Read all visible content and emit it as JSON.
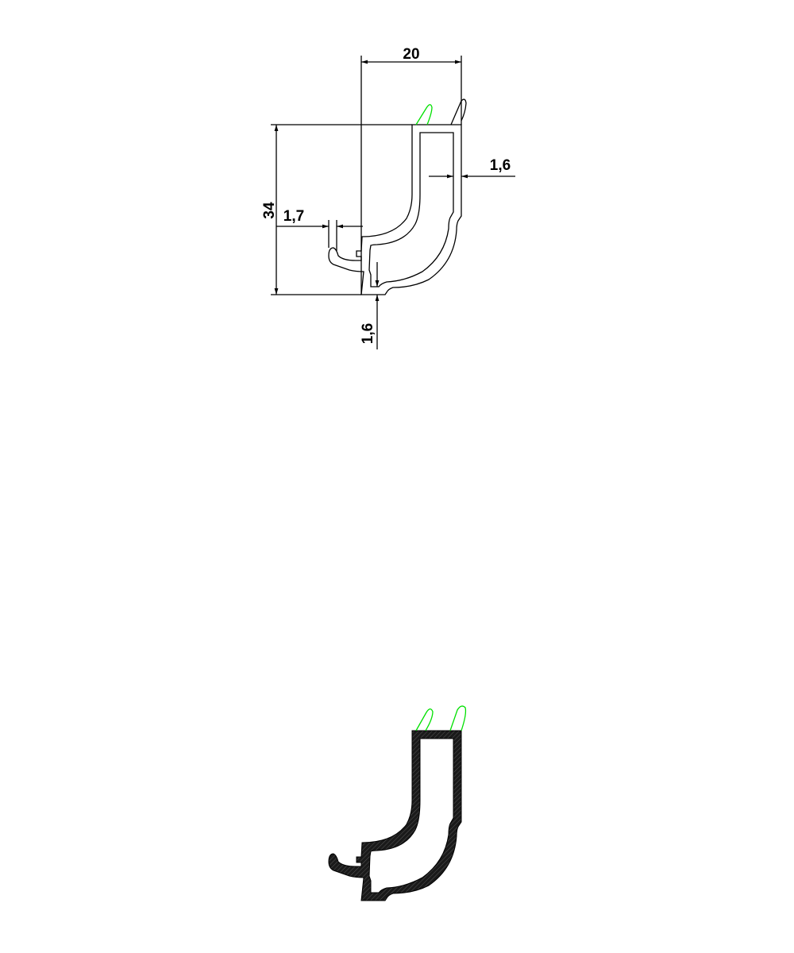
{
  "drawing": {
    "dimensions": {
      "width": "20",
      "height": "34",
      "wall_right": "1,6",
      "wall_left": "1,7",
      "wall_bottom": "1,6"
    },
    "colors": {
      "line": "#000000",
      "gasket": "#00e000",
      "section_fill": "#222222"
    }
  }
}
